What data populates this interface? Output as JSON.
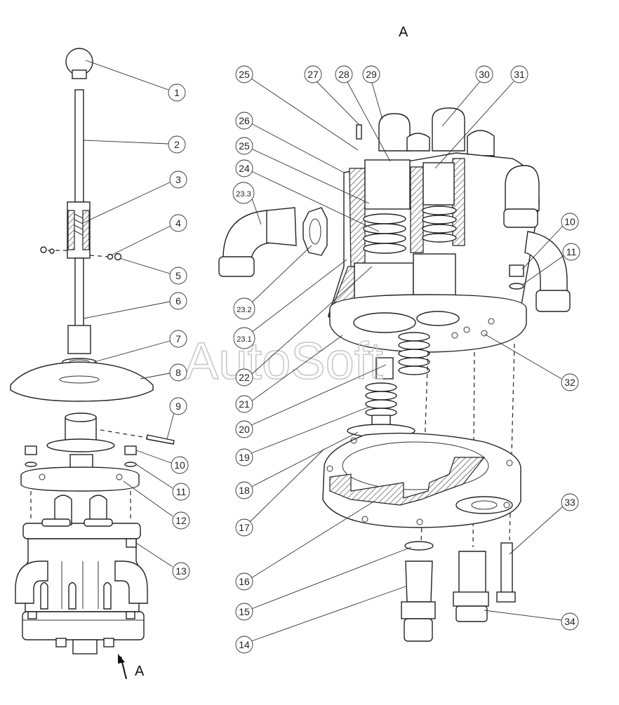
{
  "view_title": "A",
  "view_arrow_label": "A",
  "watermark": "AutoSoft",
  "callouts": {
    "c1": "1",
    "c2": "2",
    "c3": "3",
    "c4": "4",
    "c5": "5",
    "c6": "6",
    "c7": "7",
    "c8": "8",
    "c9": "9",
    "c10a": "10",
    "c11a": "11",
    "c12": "12",
    "c13": "13",
    "c14": "14",
    "c15": "15",
    "c16": "16",
    "c17": "17",
    "c18": "18",
    "c19": "19",
    "c20": "20",
    "c21": "21",
    "c22": "22",
    "c23_1": "23.1",
    "c23_2": "23.2",
    "c23_3": "23.3",
    "c24": "24",
    "c25a": "25",
    "c25b": "25",
    "c26": "26",
    "c27": "27",
    "c28": "28",
    "c29": "29",
    "c30": "30",
    "c31": "31",
    "c32": "32",
    "c33": "33",
    "c34": "34",
    "c10b": "10",
    "c11b": "11"
  }
}
